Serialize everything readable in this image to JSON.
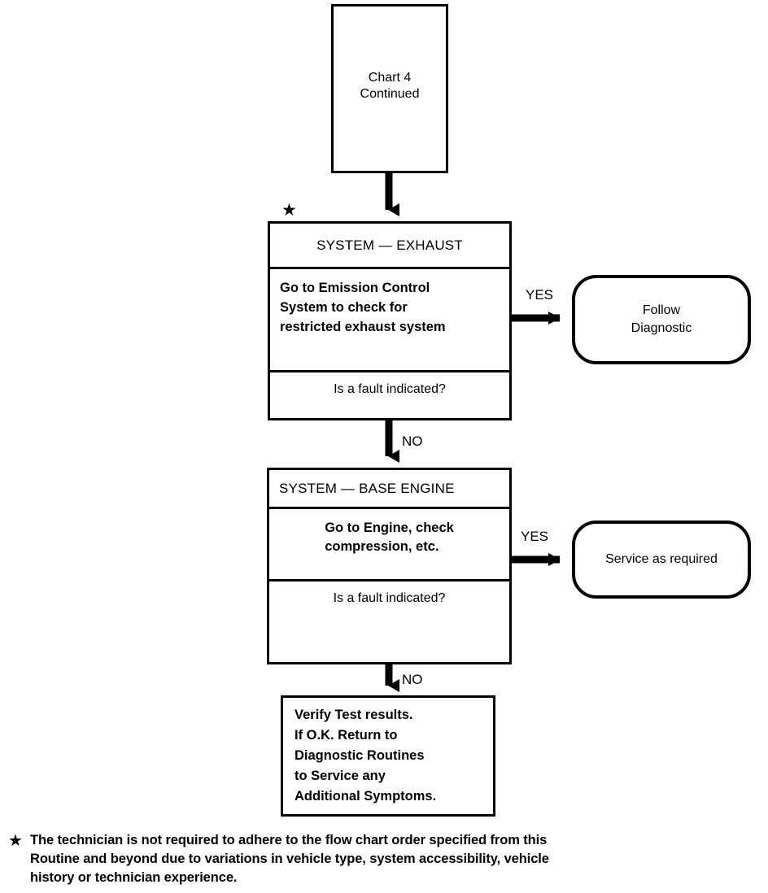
{
  "diagram": {
    "title": "Chart 4 Continued diagnostic flow chart",
    "nodes": {
      "chart_continued": {
        "text": "Chart 4\nContinued",
        "shape": "rectangle"
      },
      "system_exhaust": {
        "header": "SYSTEM — EXHAUST",
        "instruction": "Go to Emission Control\nSystem  to check for\nrestricted exhaust system",
        "question": "Is a fault indicated?",
        "shape": "compound-rectangle",
        "marker": "★"
      },
      "follow_diagnostic": {
        "text": "Follow\nDiagnostic",
        "shape": "rounded-rectangle"
      },
      "system_base_engine": {
        "header": "SYSTEM — BASE ENGINE",
        "instruction": "Go to Engine, check\ncompression, etc.",
        "question": "Is a fault indicated?",
        "shape": "compound-rectangle"
      },
      "service_as_required": {
        "text": "Service as required",
        "shape": "rounded-rectangle"
      },
      "verify_results": {
        "text": "Verify Test results.\nIf O.K. Return to\nDiagnostic Routines\nto Service any\nAdditional Symptoms.",
        "shape": "rectangle"
      }
    },
    "edges": {
      "exhaust_yes": "YES",
      "exhaust_no": "NO",
      "base_engine_yes": "YES",
      "base_engine_no": "NO"
    },
    "footnote": {
      "marker": "★",
      "text": "The technician is not required to adhere to the flow chart order specified from this\nRoutine and beyond due to variations in vehicle type, system accessibility, vehicle\nhistory or technician experience."
    },
    "colors": {
      "stroke": "#000000",
      "background": "#ffffff"
    }
  }
}
